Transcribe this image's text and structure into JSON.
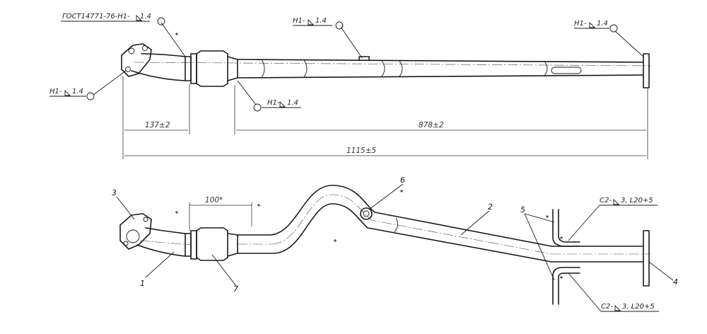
{
  "top_view": {
    "weld_labels": {
      "flange_std": "ГОСТ14771-76-Н1-",
      "flange_std_size": "1.4",
      "top_mid": "Н1-",
      "top_mid_size": "1.4",
      "top_right": "Н1-",
      "top_right_size": "1.4",
      "left": "Н1-",
      "left_size": "1.4",
      "bottom_mid": "Н1-",
      "bottom_mid_size": "1.4"
    },
    "dimensions": {
      "d137": "137±2",
      "d878": "878±2",
      "d1115": "1115±5"
    }
  },
  "bottom_view": {
    "dimension_100": "100*",
    "positions": {
      "p1": "1",
      "p2": "2",
      "p3": "3",
      "p4": "4",
      "p5": "5",
      "p6": "6",
      "p7": "7"
    },
    "weld_labels": {
      "top": "С2-",
      "top_rest": "3, L20+5",
      "bottom": "С2-",
      "bottom_rest": "3, L20+5"
    }
  }
}
